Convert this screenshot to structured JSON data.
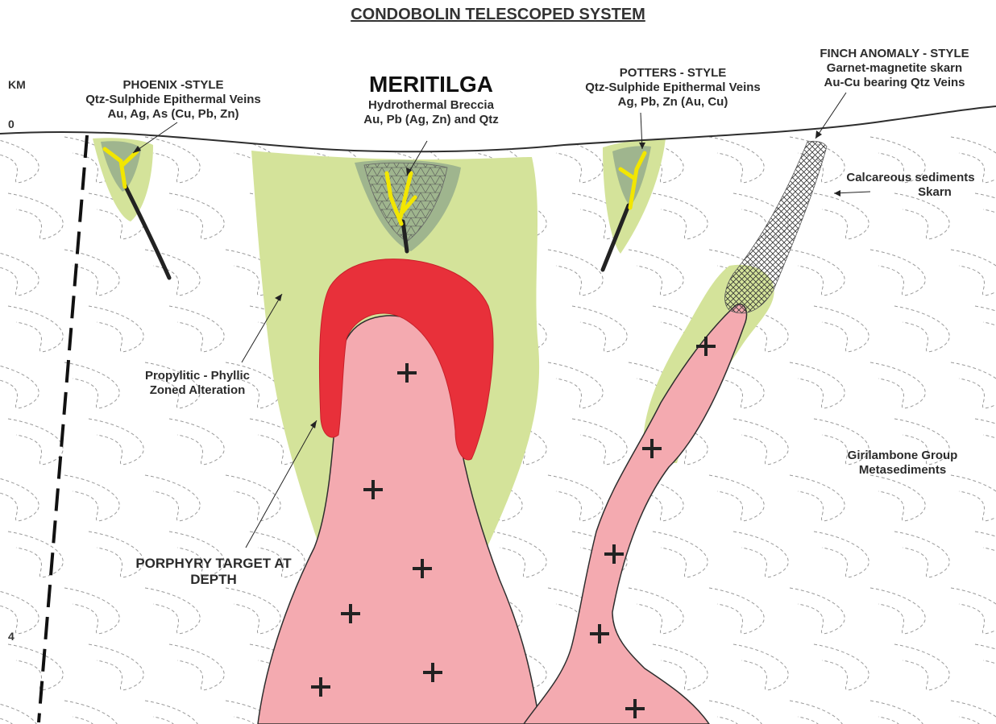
{
  "title": "CONDOBOLIN TELESCOPED SYSTEM",
  "axis": {
    "unit": "KM",
    "top_tick": "0",
    "bottom_tick": "4"
  },
  "labels": {
    "phoenix": {
      "heading": "PHOENIX -STYLE",
      "line1": "Qtz-Sulphide Epithermal Veins",
      "line2": "Au, Ag, As (Cu, Pb, Zn)"
    },
    "meritilga": {
      "heading": "MERITILGA",
      "line1": "Hydrothermal Breccia",
      "line2": "Au, Pb (Ag, Zn) and Qtz"
    },
    "potters": {
      "heading": "POTTERS - STYLE",
      "line1": "Qtz-Sulphide Epithermal Veins",
      "line2": "Ag, Pb, Zn (Au, Cu)"
    },
    "finch": {
      "heading": "FINCH ANOMALY - STYLE",
      "line1": "Garnet-magnetite skarn",
      "line2": "Au-Cu bearing Qtz Veins"
    },
    "calcareous": {
      "line1": "Calcareous sediments",
      "line2": "Skarn"
    },
    "alteration": {
      "line1": "Propylitic - Phyllic",
      "line2": "Zoned Alteration"
    },
    "girilambone": {
      "line1": "Girilambone Group",
      "line2": "Metasediments"
    },
    "porphyry": {
      "line1": "PORPHYRY TARGET AT",
      "line2": "DEPTH"
    }
  },
  "colors": {
    "alteration_green": "#d4e39a",
    "vein_halo_green": "#9fb58e",
    "porphyry_cap_red": "#e8303a",
    "intrusion_pink": "#f4aab0",
    "vein_yellow": "#f2e600",
    "outline": "#2e2e2e"
  }
}
